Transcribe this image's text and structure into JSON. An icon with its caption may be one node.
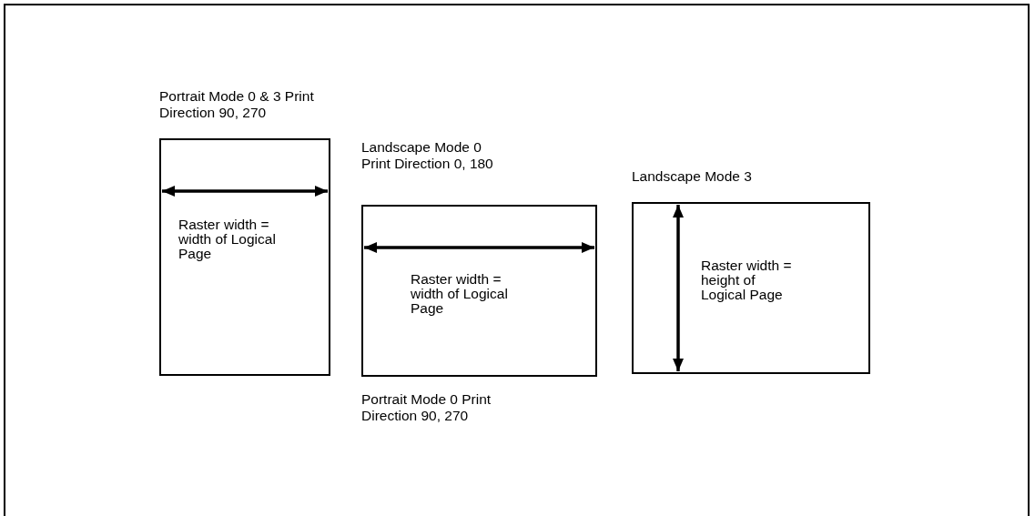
{
  "diagram": {
    "nodes": [
      {
        "text": [
          "Portrait Mode 0 & 3 Print Direction 90, 270",
          "Raster width = width of Logical Page"
        ]
      },
      {
        "text": [
          "Landscape Mode 0 Print Direction 0, 180",
          "Raster width = width of Logical Page"
        ],
        "beside": [
          "Portrait Mode 0 Print Direction 90, 270"
        ]
      },
      {
        "text": [
          "Landscape Mode 3",
          "Raster width = height of Logical Page"
        ]
      }
    ]
  }
}
